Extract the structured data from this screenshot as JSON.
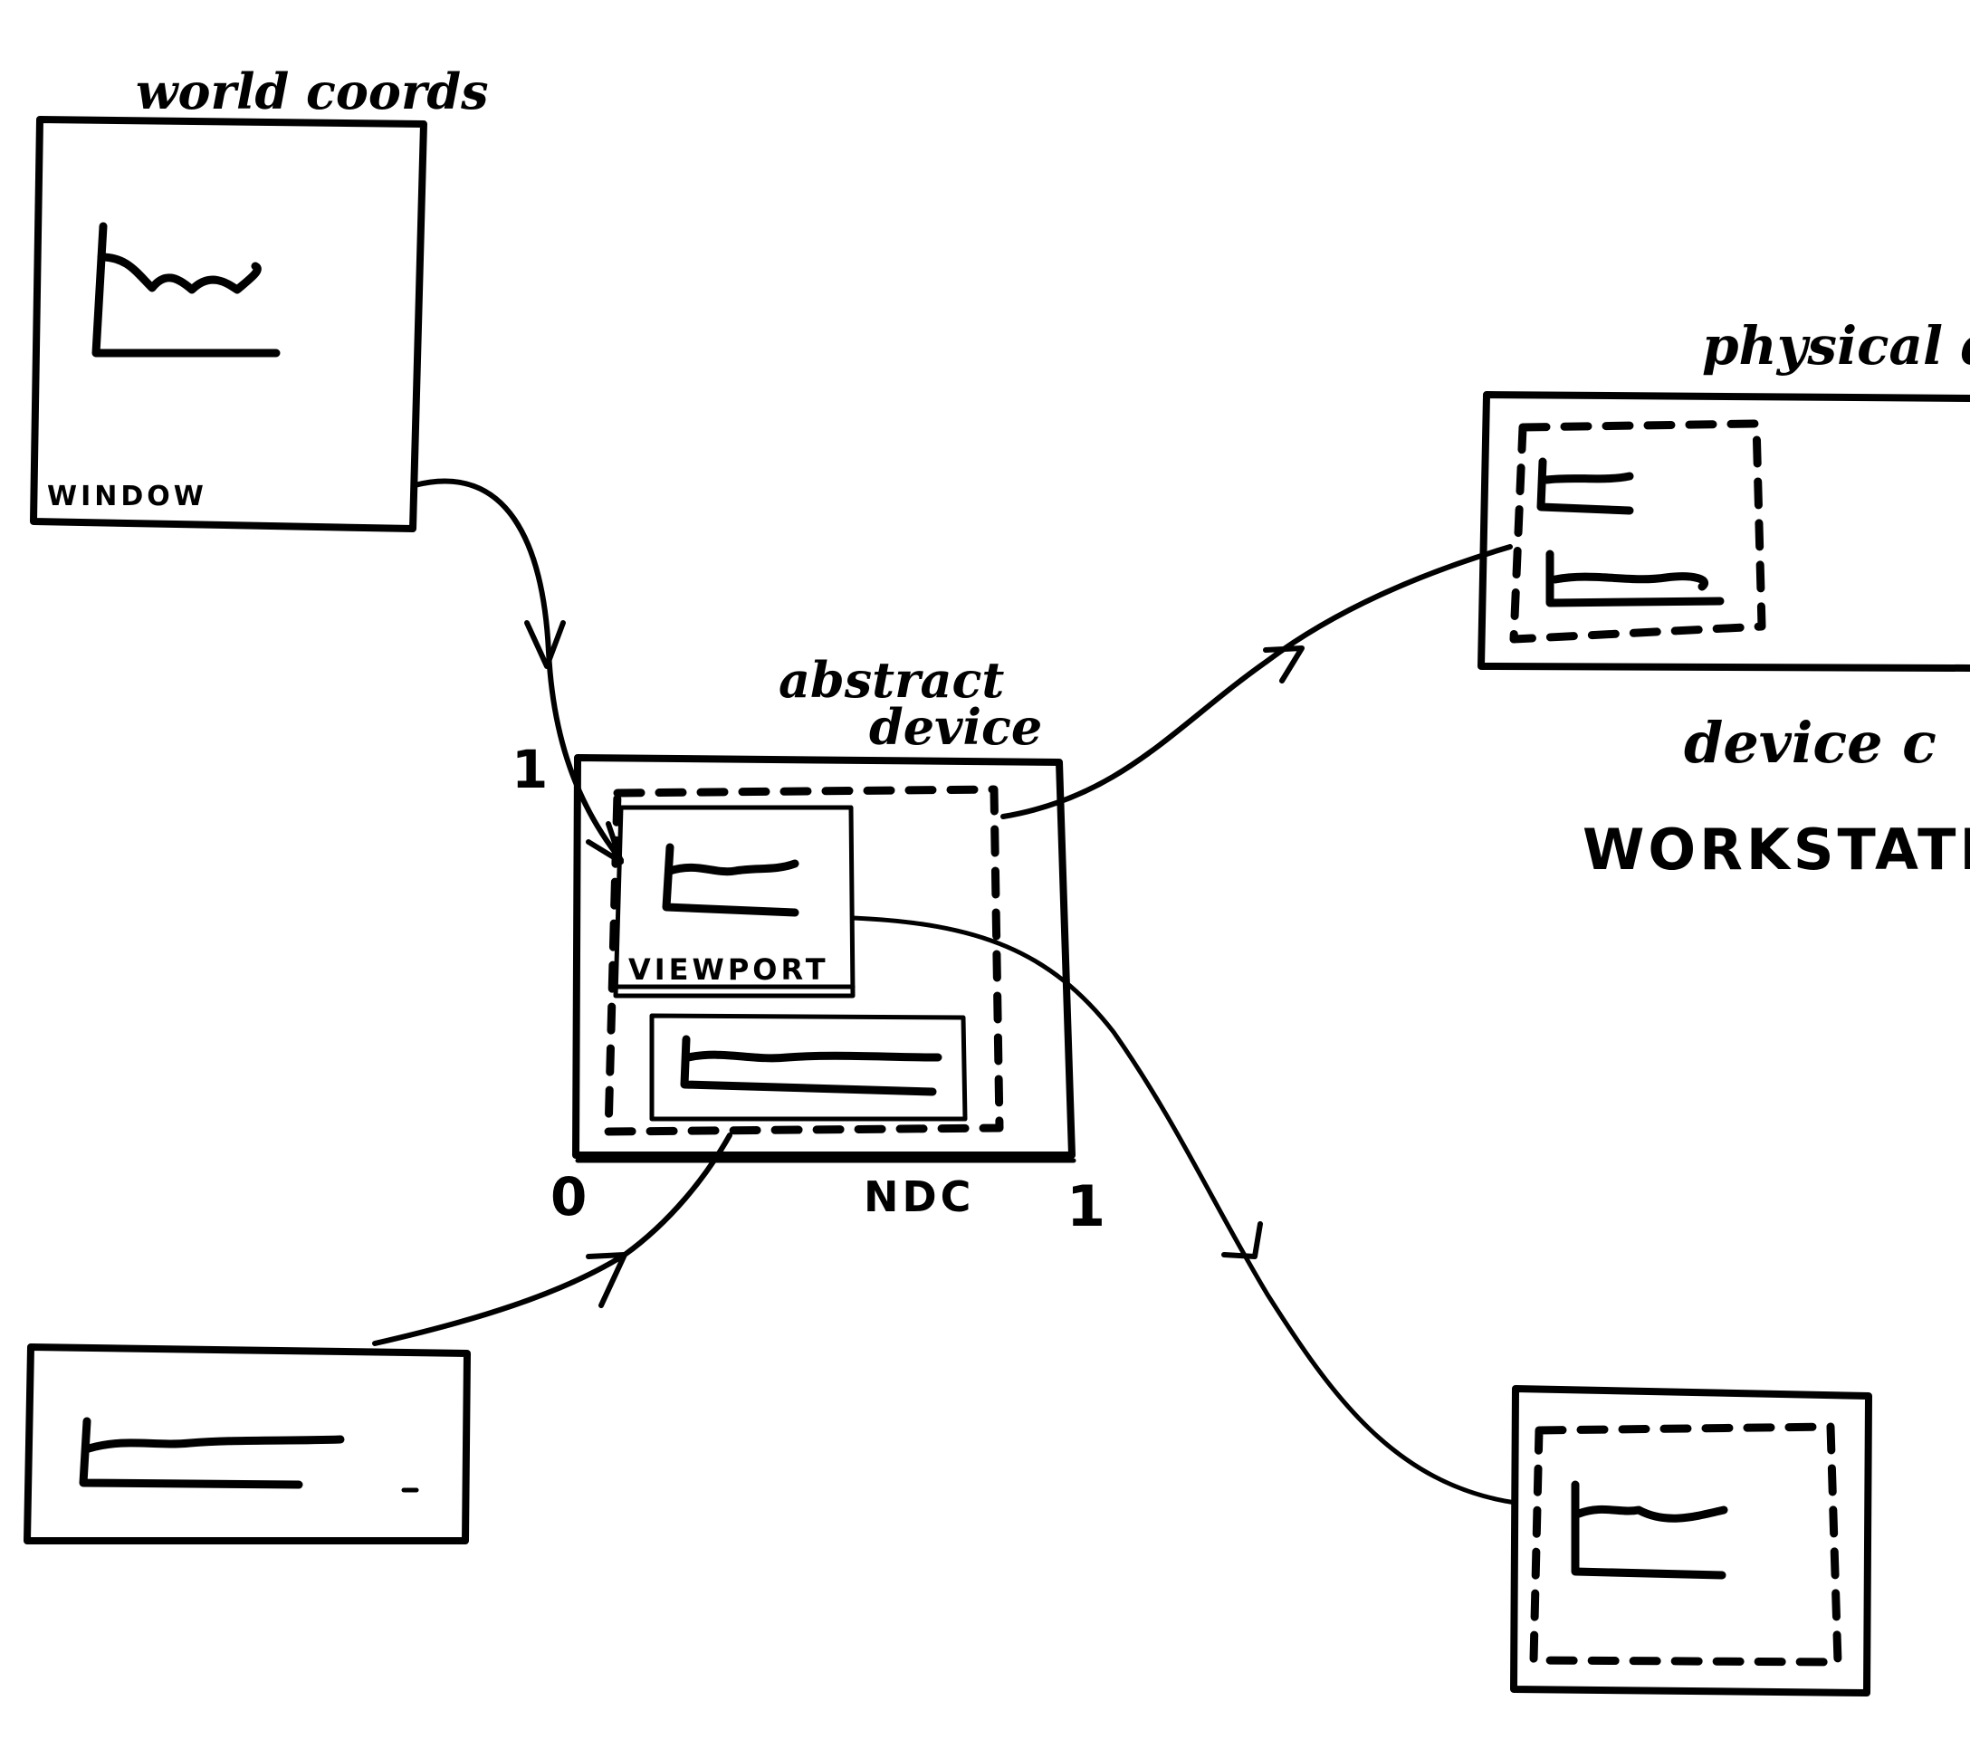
{
  "labels": {
    "world_coords": "world coords",
    "window": "WINDOW",
    "abstract_line1": "abstract",
    "abstract_line2": "device",
    "viewport": "VIEWPORT",
    "ndc": "NDC",
    "ndc_origin": "0",
    "ndc_x_max": "1",
    "ndc_y_max": "1",
    "physical": "physical d",
    "device_coords": "device c",
    "workstation": "WORKSTATI"
  }
}
